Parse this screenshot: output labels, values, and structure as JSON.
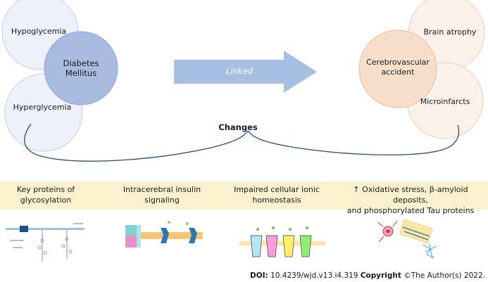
{
  "left_group": {
    "top_circle": "Hypoglycemia",
    "center_circle_line1": "Diabetes",
    "center_circle_line2": "Mellitus",
    "bottom_circle": "Hyperglycemia"
  },
  "arrow": {
    "label": "Linked"
  },
  "right_group": {
    "center_circle_line1": "Cerebrovascular",
    "center_circle_line2": "accident",
    "top_circle": "Brain atrophy",
    "bottom_circle": "Microinfarcts"
  },
  "changes_label": "Changes",
  "categories": [
    {
      "line1": "Key proteins of",
      "line2": "glycosylation"
    },
    {
      "line1": "Intracerebral insulin",
      "line2": "signaling"
    },
    {
      "line1": "Impaired cellular ionic",
      "line2": "homeostasis"
    },
    {
      "line1": "↑ Oxidative stress, β-amyloid deposits,",
      "line2": "and phosphorylated Tau proteins"
    }
  ],
  "footer": {
    "doi_label": "DOI:",
    "doi_value": "10.4239/wjd.v13.i4.319",
    "copyright_label": "Copyright",
    "copyright_text": "©The Author(s) 2022."
  },
  "colors": {
    "left_light_fill": "#eef1f9",
    "left_light_stroke": "#c5cde6",
    "left_center_fill": "#a9bce0",
    "left_center_stroke": "#8ea5d4",
    "arrow_fill": "#a7bfe1",
    "right_light_fill": "#fdf3ec",
    "right_light_stroke": "#f2c7ab",
    "right_center_fill": "#f8dfcc",
    "right_center_stroke": "#edb893",
    "band": "#fbf1cf",
    "brace": "#1f4e79"
  }
}
